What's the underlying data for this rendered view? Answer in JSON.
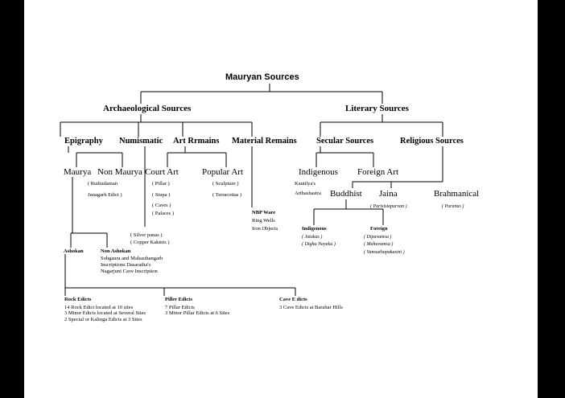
{
  "title": "Mauryan Sources",
  "archaeological": "Archaeological Sources",
  "literary": "Literary Sources",
  "epigraphy": "Epigraphy",
  "numismatic": "Numismatic",
  "art_remains": "Art Rrmains",
  "material_remains": "Material Remains",
  "secular": "Secular Sources",
  "religious": "Religious Sources",
  "maurya": "Maurya",
  "non_maurya": "Non Maurya",
  "court_art": "Court Art",
  "popular_art": "Popular Art",
  "indigenous": "Indigenous",
  "foreign_art": "Foreign Art",
  "buddhist": "Buddhist",
  "jaina": "Jaina",
  "brahmanical": "Brahmanical",
  "rudradaman": "( Rudradaman",
  "junagarh": "Junagarh Edict )",
  "pillar": "( Pillar )",
  "stupa": "( Stupa )",
  "caves": "( Caves )",
  "palaces": "( Palaces )",
  "sculpture": "( Sculpture )",
  "terracottas": "( Terracottas )",
  "kautilya": "Kautilya's",
  "arthashastra": "Arthashastra",
  "parisistaparvan": "( Parisistaparvan )",
  "puranas": "( Puranas )",
  "nbp_ware": "NBP Ware",
  "ring_wells": "Ring Wells",
  "iron_objects": "Iron Objects",
  "indigenous2": "Indigenous",
  "jatakas": "( Jatakas )",
  "digha": "( Digha Nayaka )",
  "foreign": "Foreign",
  "dipavamsa": "( Dipavamsa )",
  "mahavamsa": "( Mahavamsa )",
  "vamsathapakasini": "( Vamsathapakasini )",
  "silver_panas": "( Silver panas )",
  "copper_kakinis": "( Copper Kakinis )",
  "ashokan": "Ashokan",
  "non_ashokan": "Non Ashokan",
  "sohgaura": "Sohgaura and Mahasthangarh",
  "inscriptions_dasaratha": "Inscriptions Dasaratha's",
  "nagarjuni": "Nagarjuni Cave Inscription",
  "rock_edicts": "Rock Edicts",
  "rock_1": "14 Rock Edict located at 10 sites",
  "rock_2": "3 Minor Edicts located at Several Sites",
  "rock_3": "2 Special or Kalinga Edicts at 3 Sites",
  "piller_edicts": "Piller Edicts",
  "piller_1": "7 Pillar Edicts",
  "piller_2": "3 Minor Pillar Edicts at 6 Sites",
  "cave_edicts": "Cave E dicts",
  "cave_1": "3 Cave Edicts at Barabar Hills"
}
